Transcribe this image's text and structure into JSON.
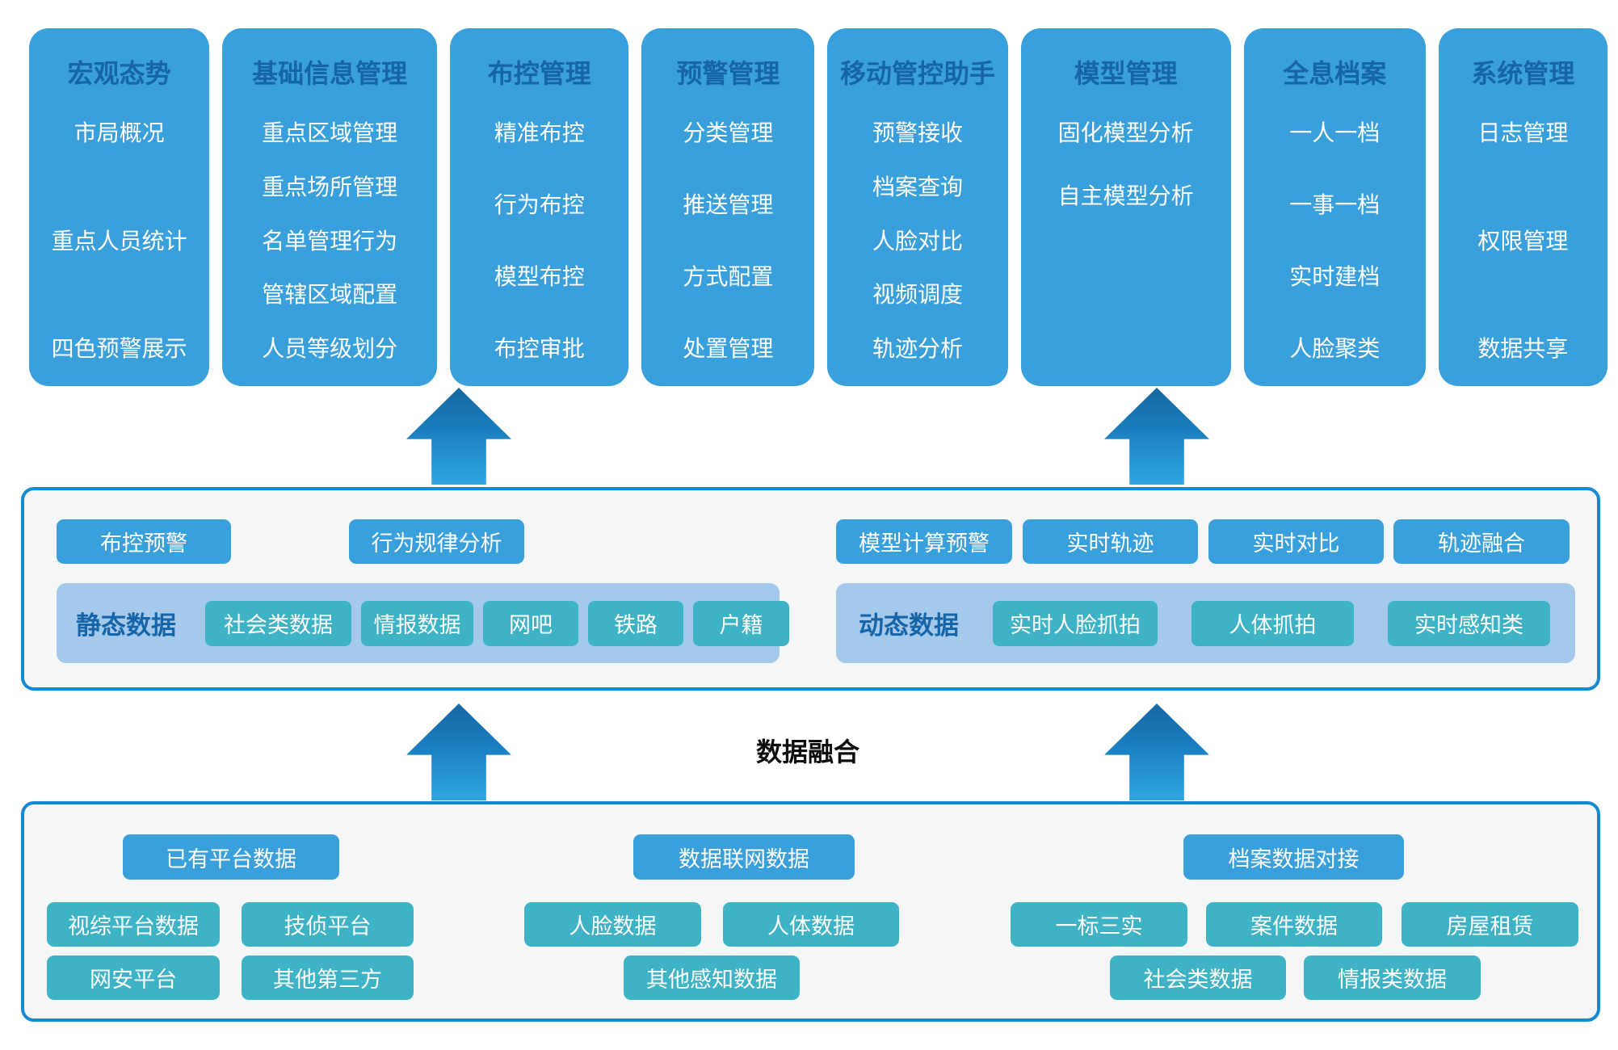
{
  "modules": [
    {
      "title": "宏观态势",
      "items": [
        "市局概况",
        "重点人员统计",
        "四色预警展示"
      ]
    },
    {
      "title": "基础信息管理",
      "items": [
        "重点区域管理",
        "重点场所管理",
        "名单管理行为",
        "管辖区域配置",
        "人员等级划分"
      ]
    },
    {
      "title": "布控管理",
      "items": [
        "精准布控",
        "行为布控",
        "模型布控",
        "布控审批"
      ]
    },
    {
      "title": "预警管理",
      "items": [
        "分类管理",
        "推送管理",
        "方式配置",
        "处置管理"
      ]
    },
    {
      "title": "移动管控助手",
      "items": [
        "预警接收",
        "档案查询",
        "人脸对比",
        "视频调度",
        "轨迹分析"
      ]
    },
    {
      "title": "模型管理",
      "items": [
        "固化模型分析",
        "自主模型分析"
      ]
    },
    {
      "title": "全息档案",
      "items": [
        "一人一档",
        "一事一档",
        "实时建档",
        "人脸聚类"
      ]
    },
    {
      "title": "系统管理",
      "items": [
        "日志管理",
        "权限管理",
        "数据共享"
      ]
    }
  ],
  "analysis": {
    "left": {
      "buttons": [
        "布控预警",
        "行为规律分析"
      ],
      "group_label": "静态数据",
      "group_items": [
        "社会类数据",
        "情报数据",
        "网吧",
        "铁路",
        "户籍"
      ]
    },
    "right": {
      "buttons": [
        "模型计算预警",
        "实时轨迹",
        "实时对比",
        "轨迹融合"
      ],
      "group_label": "动态数据",
      "group_items": [
        "实时人脸抓拍",
        "人体抓拍",
        "实时感知类"
      ]
    }
  },
  "fusion_label": "数据融合",
  "source": {
    "groups": [
      {
        "header": "已有平台数据",
        "row1": [
          "视综平台数据",
          "技侦平台"
        ],
        "row2": [
          "网安平台",
          "其他第三方"
        ]
      },
      {
        "header": "数据联网数据",
        "row1": [
          "人脸数据",
          "人体数据"
        ],
        "row2": [
          "其他感知数据"
        ]
      },
      {
        "header": "档案数据对接",
        "row1": [
          "一标三实",
          "案件数据",
          "房屋租赁"
        ],
        "row2": [
          "社会类数据",
          "情报类数据"
        ]
      }
    ]
  },
  "colors": {
    "module_blue": "#3aa0dc",
    "title_dark_blue": "#1565a8",
    "teal": "#3eb3c5",
    "strip_light_blue": "#a5c9ea",
    "box_background": "#f4f6f8",
    "box_border": "#1589d1",
    "arrow_gradient_top": "#15679f",
    "arrow_gradient_bottom": "#2ea6e0"
  }
}
